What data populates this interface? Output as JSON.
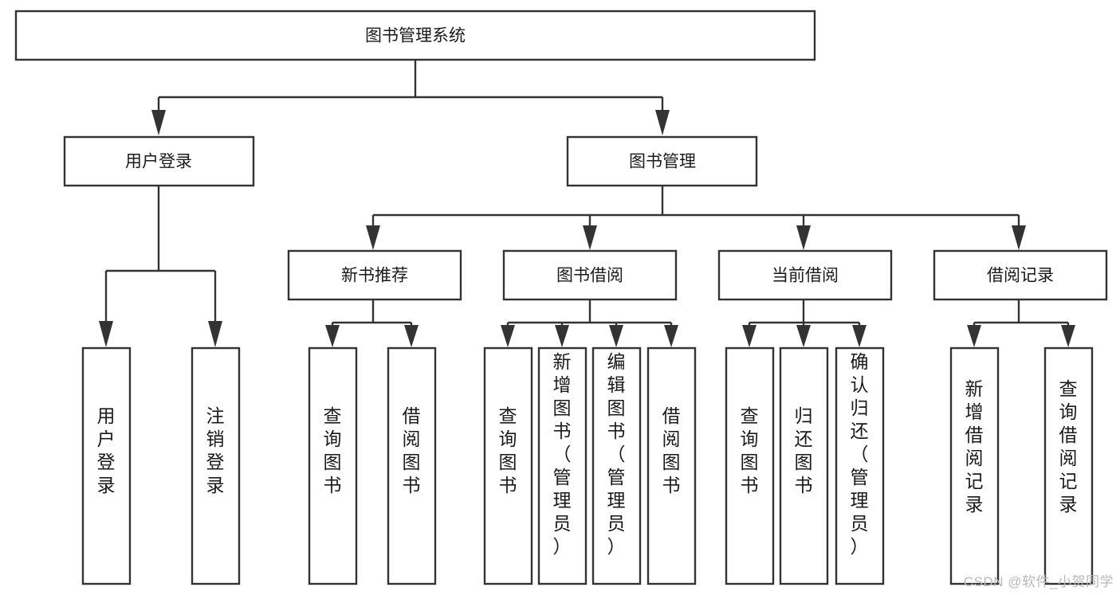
{
  "diagram": {
    "type": "tree-hierarchy",
    "title": "图书管理系统",
    "watermark": "CSDN @软件_小贺同学",
    "colors": {
      "box_stroke": "#333333",
      "box_fill": "#ffffff",
      "text": "#1a1a1a",
      "background": "#ffffff",
      "watermark": "#b9b9b9"
    },
    "levels": [
      {
        "level": 1,
        "nodes": [
          {
            "id": "root",
            "label": "图书管理系统",
            "orientation": "horizontal"
          }
        ]
      },
      {
        "level": 2,
        "nodes": [
          {
            "id": "login",
            "label": "用户登录",
            "orientation": "horizontal",
            "parent": "root"
          },
          {
            "id": "bookmgmt",
            "label": "图书管理",
            "orientation": "horizontal",
            "parent": "root"
          }
        ]
      },
      {
        "level": 3,
        "nodes": [
          {
            "id": "newbook",
            "label": "新书推荐",
            "orientation": "horizontal",
            "parent": "bookmgmt"
          },
          {
            "id": "borrow",
            "label": "图书借阅",
            "orientation": "horizontal",
            "parent": "bookmgmt"
          },
          {
            "id": "current",
            "label": "当前借阅",
            "orientation": "horizontal",
            "parent": "bookmgmt"
          },
          {
            "id": "records",
            "label": "借阅记录",
            "orientation": "horizontal",
            "parent": "bookmgmt"
          }
        ]
      },
      {
        "level": 4,
        "nodes": [
          {
            "id": "leaf1",
            "label": "用户登录",
            "orientation": "vertical",
            "parent": "login"
          },
          {
            "id": "leaf2",
            "label": "注销登录",
            "orientation": "vertical",
            "parent": "login"
          },
          {
            "id": "leaf3",
            "label": "查询图书",
            "orientation": "vertical",
            "parent": "newbook"
          },
          {
            "id": "leaf4",
            "label": "借阅图书",
            "orientation": "vertical",
            "parent": "newbook"
          },
          {
            "id": "leaf5",
            "label": "查询图书",
            "orientation": "vertical",
            "parent": "borrow"
          },
          {
            "id": "leaf6",
            "label": "新增图书（管理员）",
            "orientation": "vertical",
            "parent": "borrow"
          },
          {
            "id": "leaf7",
            "label": "编辑图书（管理员）",
            "orientation": "vertical",
            "parent": "borrow"
          },
          {
            "id": "leaf8",
            "label": "借阅图书",
            "orientation": "vertical",
            "parent": "borrow"
          },
          {
            "id": "leaf9",
            "label": "查询图书",
            "orientation": "vertical",
            "parent": "current"
          },
          {
            "id": "leaf10",
            "label": "归还图书",
            "orientation": "vertical",
            "parent": "current"
          },
          {
            "id": "leaf11",
            "label": "确认归还（管理员）",
            "orientation": "vertical",
            "parent": "current"
          },
          {
            "id": "leaf12",
            "label": "新增借阅记录",
            "orientation": "vertical",
            "parent": "records"
          },
          {
            "id": "leaf13",
            "label": "查询借阅记录",
            "orientation": "vertical",
            "parent": "records"
          }
        ]
      }
    ]
  }
}
